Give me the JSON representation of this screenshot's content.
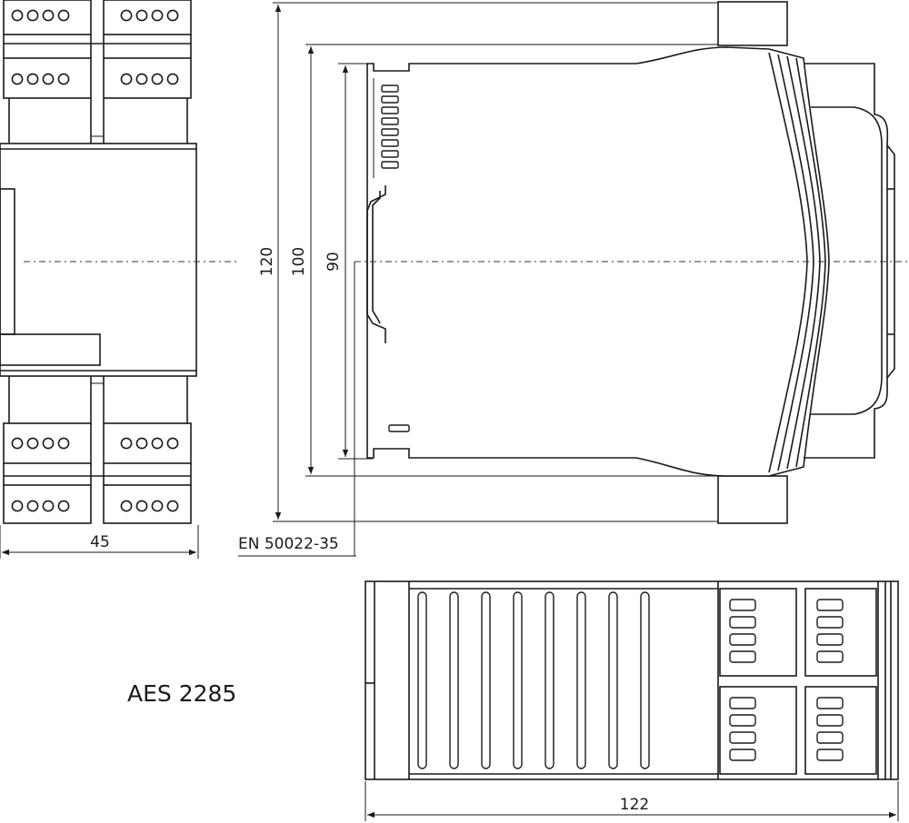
{
  "drawing": {
    "product_label": "AES 2285",
    "dimensions": {
      "width": "45",
      "height_total": "120",
      "height_body": "100",
      "height_rail_area": "90",
      "depth": "122",
      "rail_standard": "EN  50022-35"
    }
  }
}
